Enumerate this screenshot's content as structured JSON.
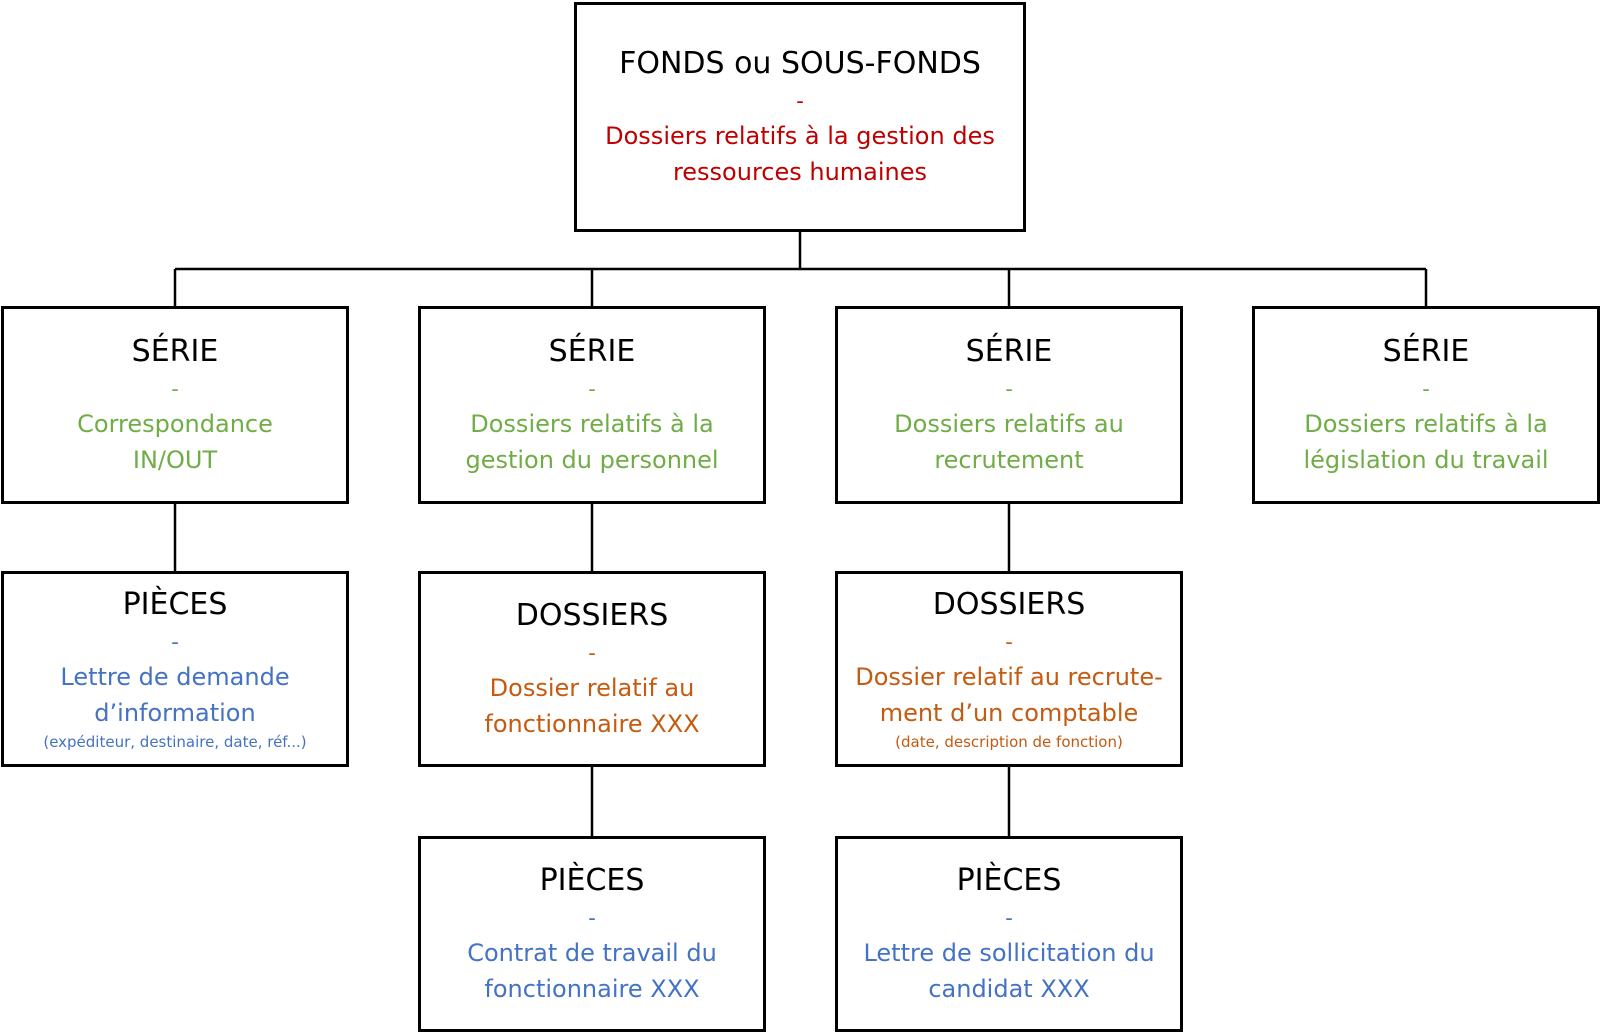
{
  "fonds": {
    "title": "FONDS ou SOUS-FONDS",
    "dash": "-",
    "desc": "Dossiers relatifs à la gestion des ressources humaines",
    "color": "#c00000"
  },
  "series": [
    {
      "title": "SÉRIE",
      "dash": "-",
      "desc": "Correspondance IN/OUT"
    },
    {
      "title": "SÉRIE",
      "dash": "-",
      "desc": "Dossiers relatifs à la gestion du personnel"
    },
    {
      "title": "SÉRIE",
      "dash": "-",
      "desc": "Dossiers relatifs au recrutement"
    },
    {
      "title": "SÉRIE",
      "dash": "-",
      "desc": "Dossiers relatifs à la législation du travail"
    }
  ],
  "dossiers": [
    {
      "title": "DOSSIERS",
      "dash": "-",
      "desc": "Dossier relatif au fonctionnaire XXX"
    },
    {
      "title": "DOSSIERS",
      "dash": "-",
      "desc": "Dossier relatif au recrute-ment d’un comptable",
      "note": "(date, description de fonction)"
    }
  ],
  "pieces": [
    {
      "title": "PIÈCES",
      "dash": "-",
      "desc": "Lettre de demande d’information",
      "note": "(expéditeur, destinaire, date, réf...)"
    },
    {
      "title": "PIÈCES",
      "dash": "-",
      "desc": "Contrat de travail du fonctionnaire XXX"
    },
    {
      "title": "PIÈCES",
      "dash": "-",
      "desc": "Lettre de sollicitation du candidat XXX"
    }
  ],
  "colors": {
    "fonds": "#c00000",
    "serie": "#70ad47",
    "dossier": "#c55a11",
    "piece": "#4472c4",
    "border": "#000000"
  }
}
